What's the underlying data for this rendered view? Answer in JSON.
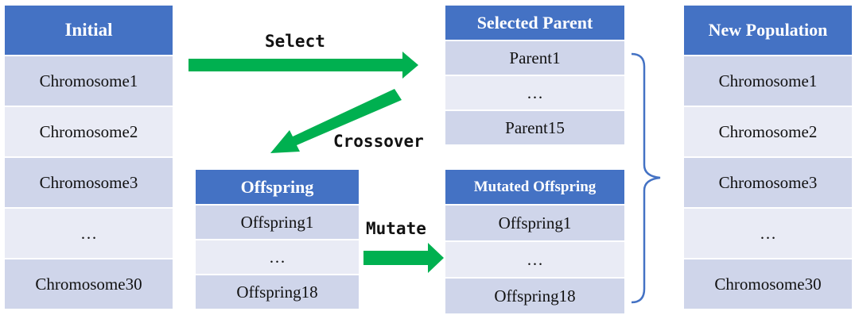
{
  "initial": {
    "header": "Initial",
    "rows": [
      "Chromosome1",
      "Chromosome2",
      "Chromosome3",
      "…",
      "Chromosome30"
    ]
  },
  "selected_parent": {
    "header": "Selected Parent",
    "rows": [
      "Parent1",
      "…",
      "Parent15"
    ]
  },
  "offspring": {
    "header": "Offspring",
    "rows": [
      "Offspring1",
      "…",
      "Offspring18"
    ]
  },
  "mutated_offspring": {
    "header": "Mutated Offspring",
    "rows": [
      "Offspring1",
      "…",
      "Offspring18"
    ]
  },
  "new_population": {
    "header": "New Population",
    "rows": [
      "Chromosome1",
      "Chromosome2",
      "Chromosome3",
      "…",
      "Chromosome30"
    ]
  },
  "operations": {
    "select": "Select",
    "crossover": "Crossover",
    "mutate": "Mutate"
  },
  "colors": {
    "header": "#4472c4",
    "row_dark": "#cfd5ea",
    "row_light": "#e9ebf5",
    "arrow": "#00b050",
    "brace": "#4472c4"
  }
}
